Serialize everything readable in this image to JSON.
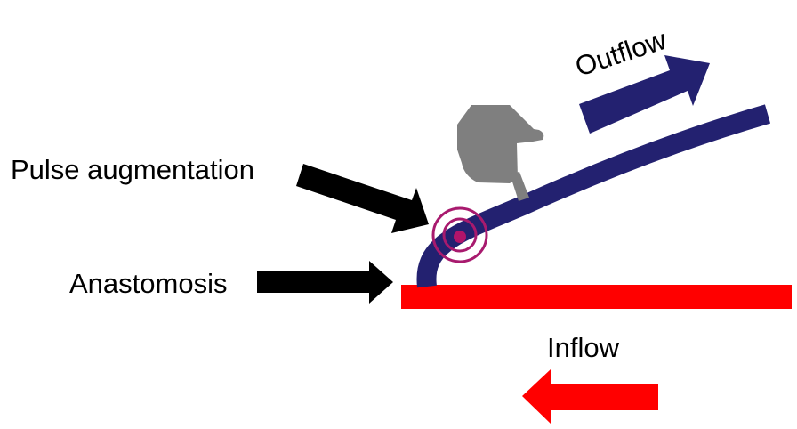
{
  "labels": {
    "pulse_augmentation": "Pulse augmentation",
    "anastomosis": "Anastomosis",
    "outflow": "Outflow",
    "inflow": "Inflow"
  },
  "colors": {
    "background": "#ffffff",
    "vein": "#232170",
    "artery": "#ff0000",
    "pointer_arrow": "#000000",
    "hand": "#7f7f7f",
    "pulse_ring": "#a81a6e",
    "pulse_dot": "#b0146a"
  },
  "icons": {
    "hand": "pointing-hand-icon",
    "pulse": "pulse-target-icon"
  }
}
